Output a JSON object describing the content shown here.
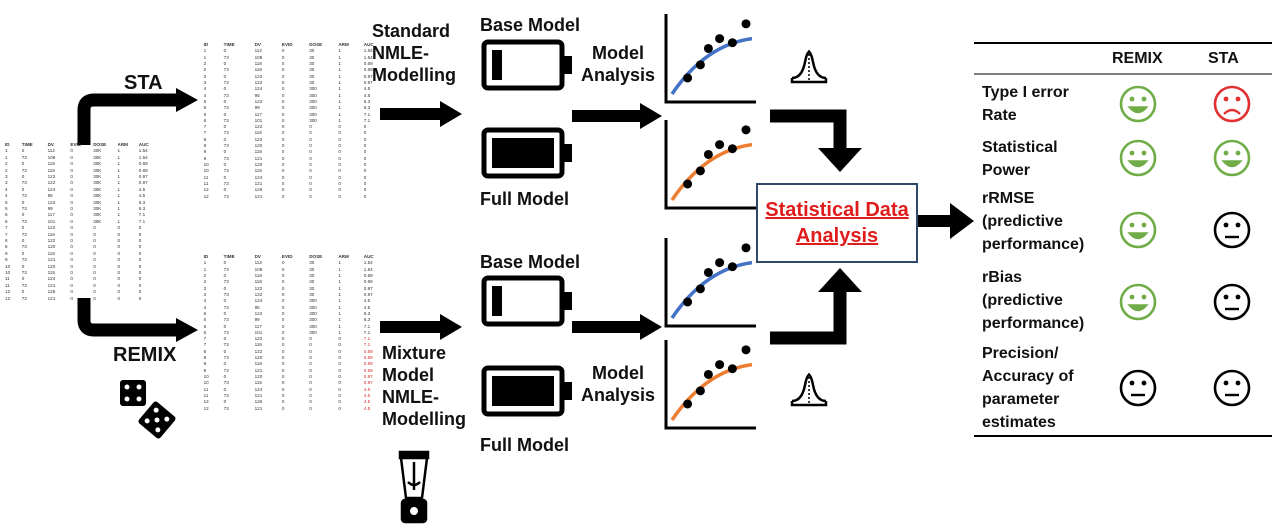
{
  "branch_labels": {
    "sta": "STA",
    "remix": "REMIX"
  },
  "modelling": {
    "standard": "Standard NMLE-Modelling",
    "mixture": "Mixture Model NMLE-Modelling"
  },
  "models": {
    "base": "Base Model",
    "full": "Full Model",
    "analysis": "Model Analysis"
  },
  "central_box": "Statistical Data Analysis",
  "colors": {
    "accent_red": "#e01b1b",
    "box_border": "#2e4a68",
    "blue_curve": "#4472c4",
    "orange_curve": "#ed7d31",
    "green_face": "#70ad47",
    "red_face": "#e03030"
  },
  "source_table": {
    "headers": [
      "ID",
      "TIME",
      "DV",
      "EVID",
      "DOSE",
      "ARM",
      "AUC"
    ],
    "rows": [
      [
        "1",
        "0",
        "112",
        "0",
        "30K",
        "1",
        "1.54"
      ],
      [
        "1",
        "73",
        "108",
        "0",
        "30K",
        "1",
        "1.54"
      ],
      [
        "2",
        "0",
        "118",
        "0",
        "30K",
        "1",
        "0.69"
      ],
      [
        "2",
        "73",
        "118",
        "0",
        "30K",
        "1",
        "0.69"
      ],
      [
        "3",
        "0",
        "122",
        "0",
        "30K",
        "1",
        "0.97"
      ],
      [
        "3",
        "73",
        "122",
        "0",
        "30K",
        "1",
        "0.97"
      ],
      [
        "4",
        "0",
        "124",
        "0",
        "30K",
        "1",
        "4.5"
      ],
      [
        "4",
        "73",
        "95",
        "0",
        "30K",
        "1",
        "4.5"
      ],
      [
        "5",
        "0",
        "122",
        "0",
        "30K",
        "1",
        "6.3"
      ],
      [
        "5",
        "73",
        "99",
        "0",
        "30K",
        "1",
        "6.3"
      ],
      [
        "6",
        "0",
        "117",
        "0",
        "30K",
        "1",
        "7.1"
      ],
      [
        "6",
        "73",
        "101",
        "0",
        "30K",
        "1",
        "7.1"
      ],
      [
        "7",
        "0",
        "122",
        "0",
        "0",
        "0",
        "0"
      ],
      [
        "7",
        "73",
        "116",
        "0",
        "0",
        "0",
        "0"
      ],
      [
        "8",
        "0",
        "122",
        "0",
        "0",
        "0",
        "0"
      ],
      [
        "8",
        "73",
        "120",
        "0",
        "0",
        "0",
        "0"
      ],
      [
        "9",
        "0",
        "118",
        "0",
        "0",
        "0",
        "0"
      ],
      [
        "9",
        "73",
        "121",
        "0",
        "0",
        "0",
        "0"
      ],
      [
        "10",
        "0",
        "120",
        "0",
        "0",
        "0",
        "0"
      ],
      [
        "10",
        "73",
        "115",
        "0",
        "0",
        "0",
        "0"
      ],
      [
        "11",
        "0",
        "124",
        "0",
        "0",
        "0",
        "0"
      ],
      [
        "11",
        "73",
        "121",
        "0",
        "0",
        "0",
        "0"
      ],
      [
        "12",
        "0",
        "126",
        "0",
        "0",
        "0",
        "0"
      ],
      [
        "12",
        "73",
        "121",
        "0",
        "0",
        "0",
        "0"
      ]
    ]
  },
  "sta_table": {
    "headers": [
      "ID",
      "TIME",
      "DV",
      "EVID",
      "DOSE",
      "ARM",
      "AUC"
    ],
    "rows": [
      [
        "1",
        "0",
        "112",
        "0",
        "30",
        "1",
        "1.54"
      ],
      [
        "1",
        "73",
        "108",
        "0",
        "30",
        "1",
        "1.54"
      ],
      [
        "2",
        "0",
        "118",
        "0",
        "30",
        "1",
        "0.69"
      ],
      [
        "2",
        "73",
        "118",
        "0",
        "30",
        "1",
        "0.69"
      ],
      [
        "3",
        "0",
        "122",
        "0",
        "30",
        "1",
        "0.97"
      ],
      [
        "3",
        "73",
        "122",
        "0",
        "30",
        "1",
        "0.97"
      ],
      [
        "4",
        "0",
        "124",
        "0",
        "300",
        "1",
        "4.5"
      ],
      [
        "4",
        "73",
        "95",
        "0",
        "300",
        "1",
        "4.5"
      ],
      [
        "5",
        "0",
        "122",
        "0",
        "300",
        "1",
        "6.3"
      ],
      [
        "5",
        "73",
        "99",
        "0",
        "300",
        "1",
        "6.3"
      ],
      [
        "6",
        "0",
        "117",
        "0",
        "300",
        "1",
        "7.1"
      ],
      [
        "6",
        "73",
        "101",
        "0",
        "300",
        "1",
        "7.1"
      ],
      [
        "7",
        "0",
        "122",
        "0",
        "0",
        "0",
        "0"
      ],
      [
        "7",
        "73",
        "116",
        "0",
        "0",
        "0",
        "0"
      ],
      [
        "8",
        "0",
        "122",
        "0",
        "0",
        "0",
        "0"
      ],
      [
        "8",
        "73",
        "120",
        "0",
        "0",
        "0",
        "0"
      ],
      [
        "9",
        "0",
        "118",
        "0",
        "0",
        "0",
        "0"
      ],
      [
        "9",
        "73",
        "121",
        "0",
        "0",
        "0",
        "0"
      ],
      [
        "10",
        "0",
        "120",
        "0",
        "0",
        "0",
        "0"
      ],
      [
        "10",
        "73",
        "115",
        "0",
        "0",
        "0",
        "0"
      ],
      [
        "11",
        "0",
        "124",
        "0",
        "0",
        "0",
        "0"
      ],
      [
        "11",
        "73",
        "121",
        "0",
        "0",
        "0",
        "0"
      ],
      [
        "12",
        "0",
        "126",
        "0",
        "0",
        "0",
        "0"
      ],
      [
        "12",
        "73",
        "121",
        "0",
        "0",
        "0",
        "0"
      ]
    ]
  },
  "remix_table": {
    "headers": [
      "ID",
      "TIME",
      "DV",
      "EVID",
      "DOSE",
      "ARM",
      "AUC"
    ],
    "red_from_row": 12,
    "rows": [
      [
        "1",
        "0",
        "112",
        "0",
        "30",
        "1",
        "1.54"
      ],
      [
        "1",
        "73",
        "108",
        "0",
        "30",
        "1",
        "1.54"
      ],
      [
        "2",
        "0",
        "118",
        "0",
        "30",
        "1",
        "0.69"
      ],
      [
        "2",
        "73",
        "118",
        "0",
        "30",
        "1",
        "0.69"
      ],
      [
        "3",
        "0",
        "122",
        "0",
        "30",
        "1",
        "0.97"
      ],
      [
        "3",
        "73",
        "122",
        "0",
        "30",
        "1",
        "0.97"
      ],
      [
        "4",
        "0",
        "124",
        "0",
        "300",
        "1",
        "4.5"
      ],
      [
        "4",
        "73",
        "95",
        "0",
        "300",
        "1",
        "4.5"
      ],
      [
        "5",
        "0",
        "122",
        "0",
        "300",
        "1",
        "6.3"
      ],
      [
        "5",
        "73",
        "99",
        "0",
        "300",
        "1",
        "6.3"
      ],
      [
        "6",
        "0",
        "117",
        "0",
        "300",
        "1",
        "7.1"
      ],
      [
        "6",
        "73",
        "101",
        "0",
        "300",
        "1",
        "7.1"
      ],
      [
        "7",
        "0",
        "122",
        "0",
        "0",
        "0",
        "7.1"
      ],
      [
        "7",
        "73",
        "116",
        "0",
        "0",
        "0",
        "7.1"
      ],
      [
        "8",
        "0",
        "122",
        "0",
        "0",
        "0",
        "0.69"
      ],
      [
        "8",
        "73",
        "120",
        "0",
        "0",
        "0",
        "0.69"
      ],
      [
        "9",
        "0",
        "118",
        "0",
        "0",
        "0",
        "0.69"
      ],
      [
        "9",
        "73",
        "121",
        "0",
        "0",
        "0",
        "0.69"
      ],
      [
        "10",
        "0",
        "120",
        "0",
        "0",
        "0",
        "0.97"
      ],
      [
        "10",
        "73",
        "115",
        "0",
        "0",
        "0",
        "0.97"
      ],
      [
        "11",
        "0",
        "124",
        "0",
        "0",
        "0",
        "4.5"
      ],
      [
        "11",
        "73",
        "121",
        "0",
        "0",
        "0",
        "4.5"
      ],
      [
        "12",
        "0",
        "126",
        "0",
        "0",
        "0",
        "4.5"
      ],
      [
        "12",
        "73",
        "121",
        "0",
        "0",
        "0",
        "4.5"
      ]
    ]
  },
  "results": {
    "columns": [
      "REMIX",
      "STA"
    ],
    "rows": [
      {
        "label": "Type I error Rate",
        "remix": "happy",
        "sta": "sad"
      },
      {
        "label": "Statistical Power",
        "remix": "happy",
        "sta": "happy"
      },
      {
        "label": "rRMSE (predictive performance)",
        "remix": "happy",
        "sta": "neutral"
      },
      {
        "label": "rBias (predictive performance)",
        "remix": "happy",
        "sta": "neutral"
      },
      {
        "label": "Precision/ Accuracy of parameter estimates",
        "remix": "neutral",
        "sta": "neutral"
      }
    ]
  },
  "icons": [
    "battery-icon",
    "dice-icon",
    "blender-icon",
    "bell-curve-icon",
    "scatter-plot-icon",
    "smiley-icon"
  ]
}
